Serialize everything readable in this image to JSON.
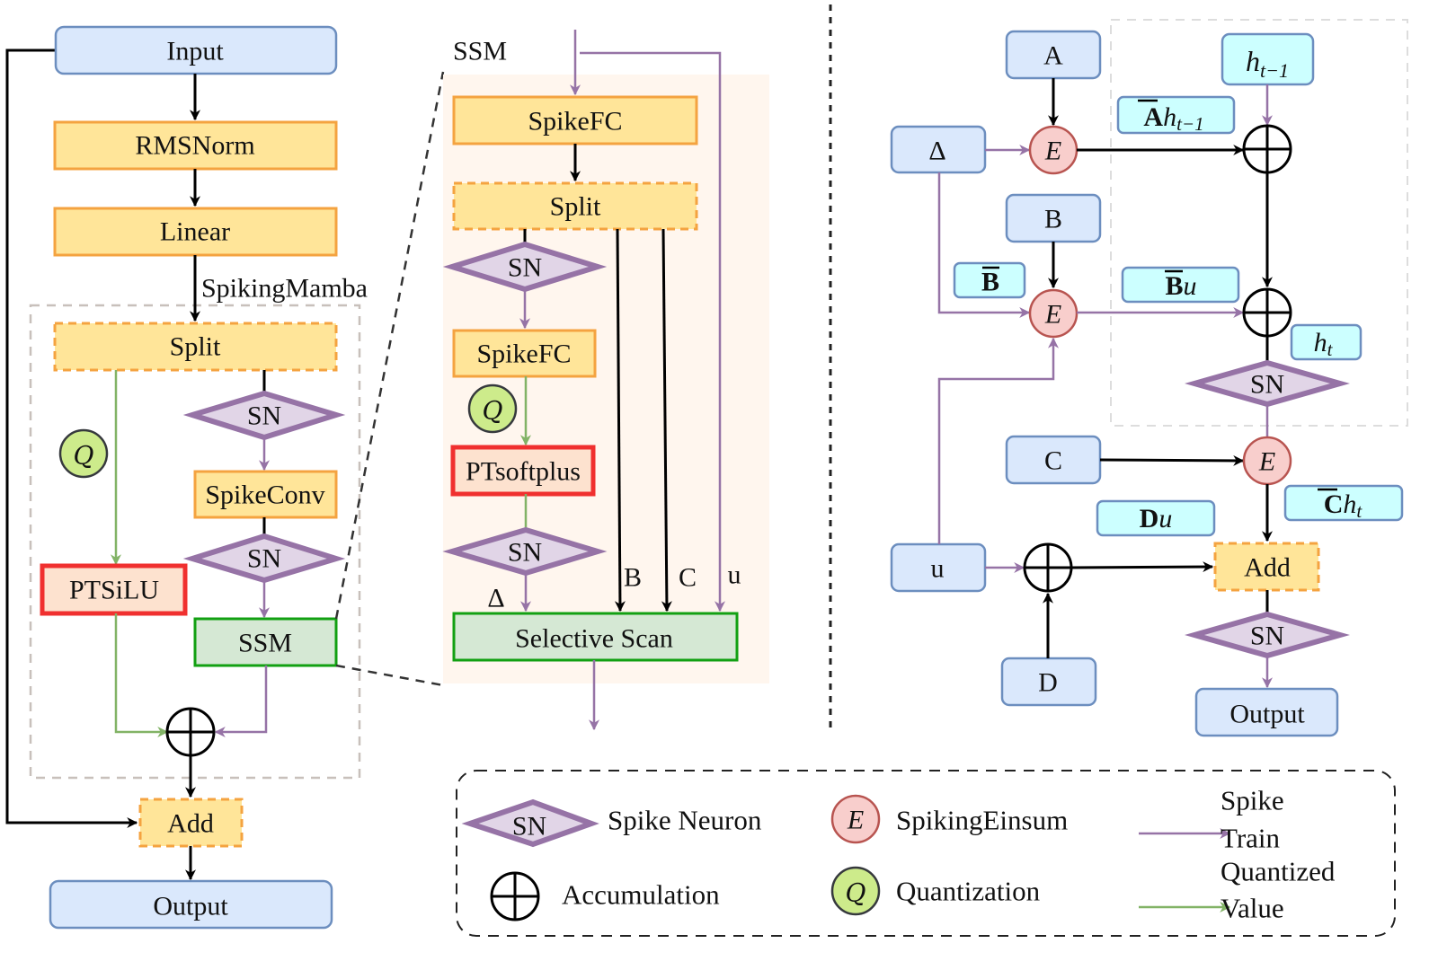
{
  "colors": {
    "input_fill": "#dae8fc",
    "input_stroke": "#6c8ebf",
    "op_fill": "#ffe599",
    "op_stroke": "#f4a340",
    "ssm_fill": "#d5e8d4",
    "ssm_stroke": "#12a012",
    "pt_fill": "#fde2cf",
    "pt_stroke": "#f0302f",
    "sn_fill": "#e1d5e7",
    "sn_stroke": "#9673a6",
    "einsum_fill": "#f8cecc",
    "einsum_stroke": "#b85450",
    "quant_fill": "#cdeb8b",
    "term_fill": "#ccffff",
    "spike_train_arrow": "#9673a6",
    "quantized_arrow": "#82b366",
    "ssm_panel_bg": "#fff6ee"
  },
  "left_block": {
    "input": "Input",
    "rmsnorm": "RMSNorm",
    "linear": "Linear",
    "group_label": "SpikingMamba",
    "split": "Split",
    "sn1": "SN",
    "spikeconv": "SpikeConv",
    "sn2": "SN",
    "ssm": "SSM",
    "quant": "Q",
    "ptsilu": "PTSiLU",
    "add": "Add",
    "output": "Output"
  },
  "ssm_block": {
    "title": "SSM",
    "spikefc1": "SpikeFC",
    "split": "Split",
    "sn1": "SN",
    "spikefc2": "SpikeFC",
    "quant": "Q",
    "ptsoftplus": "PTsoftplus",
    "sn2": "SN",
    "delta": "Δ",
    "b": "B",
    "c": "C",
    "u": "u",
    "selective_scan": "Selective Scan"
  },
  "scan_block": {
    "a": "A",
    "delta": "Δ",
    "b": "B",
    "c": "C",
    "u": "u",
    "d": "D",
    "einsum": "E",
    "h_prev": {
      "base": "h",
      "sub": "t−1"
    },
    "a_bar_h": {
      "bar": "A",
      "base": "h",
      "sub": "t−1"
    },
    "b_bar": {
      "bar": "B"
    },
    "b_bar_u": {
      "bar": "B",
      "base": "u"
    },
    "h_t": {
      "base": "h",
      "sub": "t"
    },
    "c_bar_h": {
      "bar": "C",
      "base": "h",
      "sub": "t"
    },
    "d_u": {
      "bold": "D",
      "base": "u"
    },
    "sn1": "SN",
    "add": "Add",
    "sn2": "SN",
    "output": "Output"
  },
  "legend": {
    "sn_symbol": "SN",
    "spike_neuron": "Spike Neuron",
    "einsum_symbol": "E",
    "spiking_einsum": "SpikingEinsum",
    "accumulation": "Accumulation",
    "quant_symbol": "Q",
    "quantization": "Quantization",
    "spike_train_1": "Spike",
    "spike_train_2": "Train",
    "quantized_value_1": "Quantized",
    "quantized_value_2": "Value"
  }
}
